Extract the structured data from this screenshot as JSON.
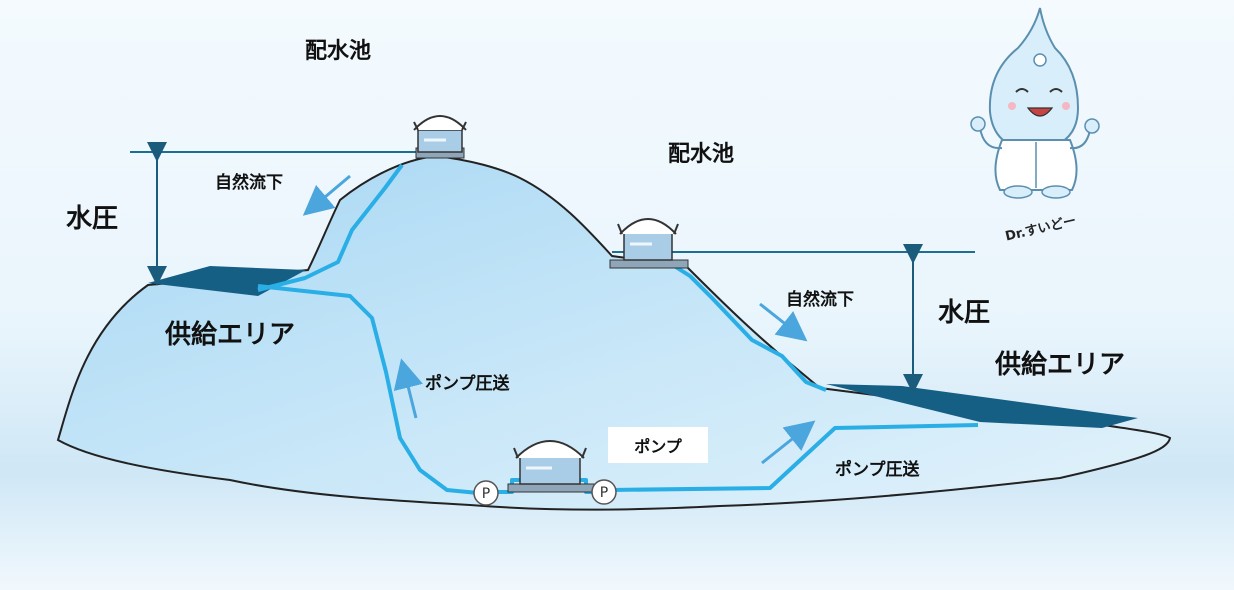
{
  "labels": {
    "reservoir_top": "配水池",
    "reservoir_right": "配水池",
    "natural_flow_left": "自然流下",
    "natural_flow_right": "自然流下",
    "water_pressure_left": "水圧",
    "water_pressure_right": "水圧",
    "supply_area_left": "供給エリア",
    "supply_area_right": "供給エリア",
    "pump_pressure_left": "ポンプ圧送",
    "pump_pressure_right": "ポンプ圧送",
    "pump": "ポンプ",
    "pump_mark": "P",
    "mascot_name": "Dr.すいどー"
  },
  "colors": {
    "background_top": "#dff0fb",
    "hill_fill": "#bfe2f6",
    "hill_fill_light": "#d7eefa",
    "pipe": "#29aee6",
    "supply_area": "#145f85",
    "line": "#1a6f93",
    "arrow": "#4aa6dc",
    "tank_body": "#a9cde6"
  },
  "icons": {
    "reservoir": "tank-icon",
    "pump_station": "pump-station-icon",
    "pump_mark": "pump-icon",
    "mascot": "water-drop-mascot-icon"
  }
}
